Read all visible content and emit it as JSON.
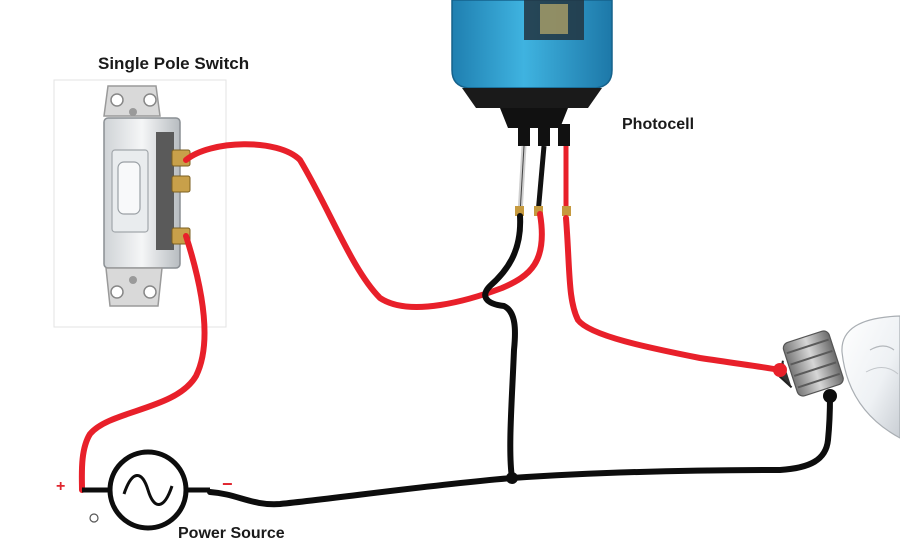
{
  "labels": {
    "switch": "Single Pole Switch",
    "photocell": "Photocell",
    "power_source": "Power Source",
    "plus": "+",
    "minus": "−"
  },
  "colors": {
    "hot_wire": "#e8202a",
    "neutral_wire": "#0d0d0d",
    "photocell_body": "#2f9fd0",
    "photocell_base": "#111111",
    "switch_plate": "#eeeeee",
    "terminal_brass": "#c8a04a"
  },
  "icons": {
    "switch": "single-pole-switch-icon",
    "photocell": "photocell-sensor-icon",
    "bulb": "light-bulb-icon",
    "ac_source": "ac-sine-source-icon"
  }
}
